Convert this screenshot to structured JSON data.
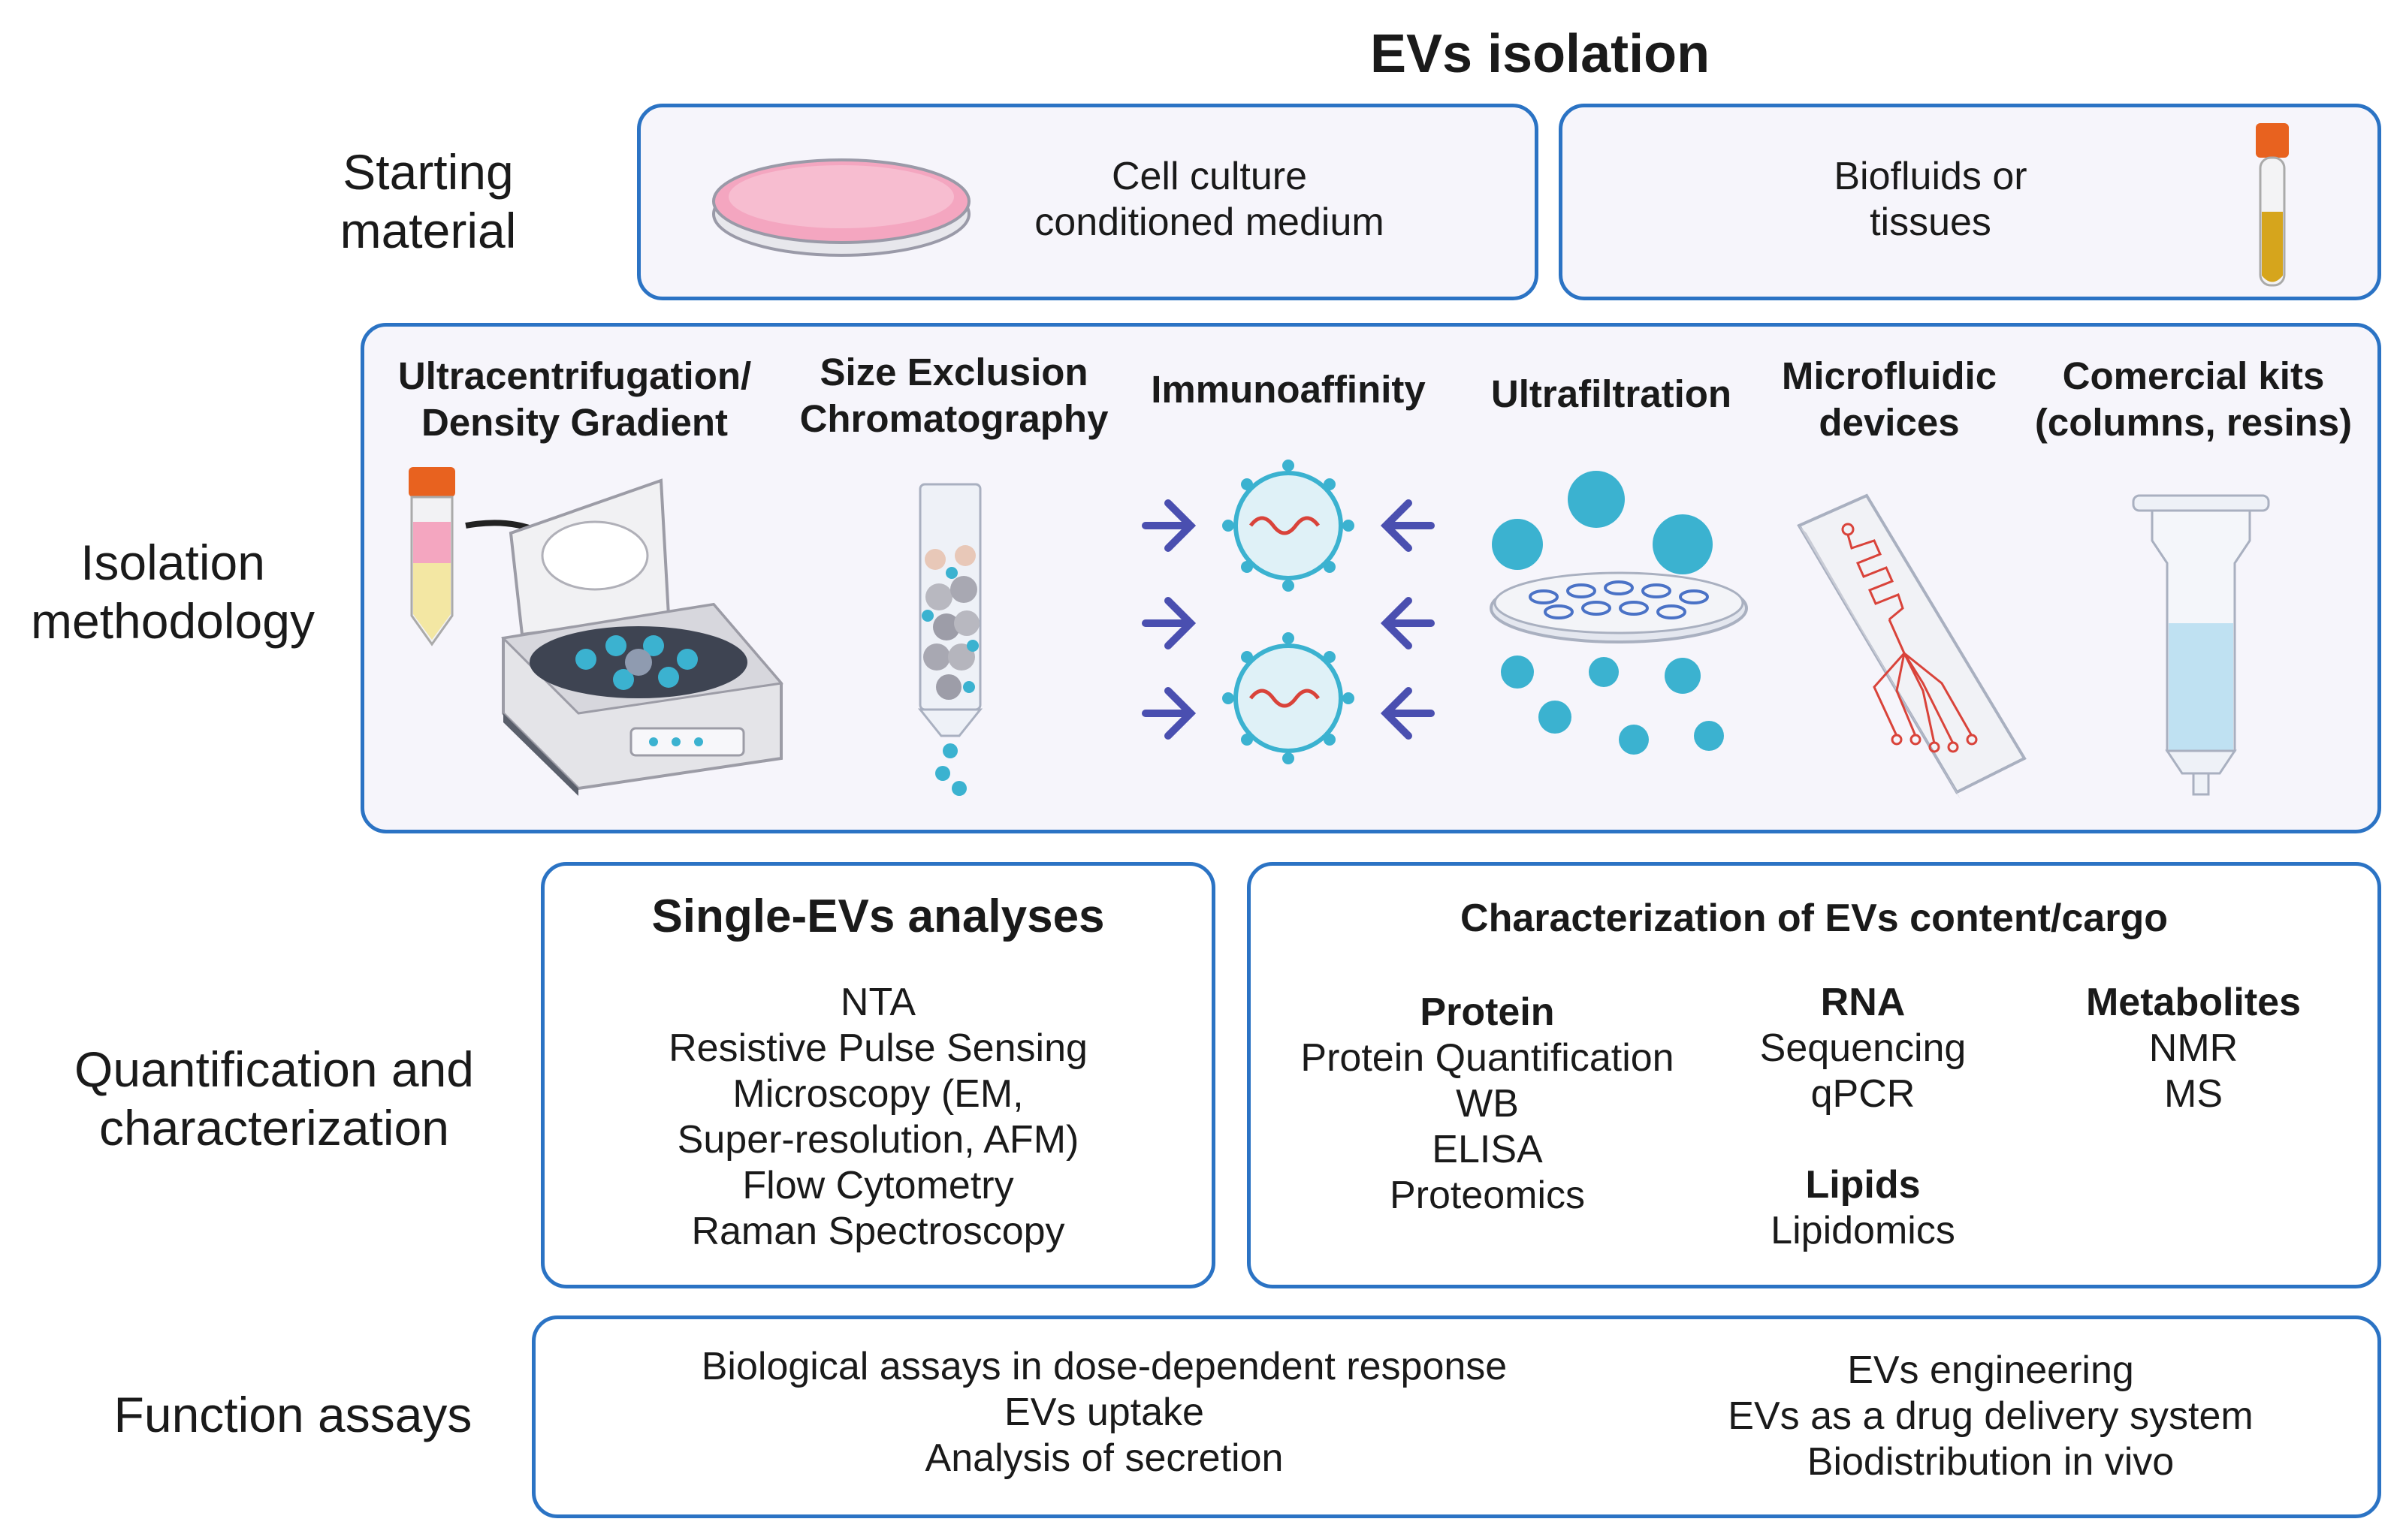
{
  "title": "EVs isolation",
  "rows": {
    "starting": [
      "Starting",
      "material"
    ],
    "isolation": [
      "Isolation",
      "methodology"
    ],
    "quant": [
      "Quantification and",
      "characterization"
    ],
    "function": "Function assays"
  },
  "starting_material": {
    "cell_culture": [
      "Cell culture",
      "conditioned medium"
    ],
    "biofluids": [
      "Biofluids or",
      "tissues"
    ]
  },
  "methods": [
    [
      "Ultracentrifugation/",
      "Density Gradient"
    ],
    [
      "Size Exclusion",
      "Chromatography"
    ],
    [
      "Immunoaffinity"
    ],
    [
      "Ultrafiltration"
    ],
    [
      "Microfluidic",
      "devices"
    ],
    [
      "Comercial kits",
      "(columns, resins)"
    ]
  ],
  "single_evs": {
    "title": "Single-EVs analyses",
    "items": [
      "NTA",
      "Resistive Pulse Sensing",
      "Microscopy (EM,",
      "Super-resolution, AFM)",
      "Flow Cytometry",
      "Raman Spectroscopy"
    ]
  },
  "cargo": {
    "title": "Characterization of EVs content/cargo",
    "protein": {
      "heading": "Protein",
      "items": [
        "Protein Quantification",
        "WB",
        "ELISA",
        "Proteomics"
      ]
    },
    "rna": {
      "heading": "RNA",
      "items": [
        "Sequencing",
        "qPCR"
      ]
    },
    "lipids": {
      "heading": "Lipids",
      "items": [
        "Lipidomics"
      ]
    },
    "metabolites": {
      "heading": "Metabolites",
      "items": [
        "NMR",
        "MS"
      ]
    }
  },
  "function_assays": {
    "left": [
      "Biological assays in dose-dependent response",
      "EVs uptake",
      "Analysis of secretion"
    ],
    "right": [
      "EVs engineering",
      "EVs as a drug delivery system",
      "Biodistribution in vivo"
    ]
  },
  "colors": {
    "border": "#2b73c4",
    "panel": "#f6f5fb",
    "ev_blue": "#3bb2d0",
    "rna_red": "#d9433a",
    "dish_pink": "#f4a6c0",
    "tube_cap": "#e8621f"
  },
  "icons": [
    "petri-dish-icon",
    "blood-tube-icon",
    "centrifuge-icon",
    "sec-column-icon",
    "immunoaffinity-icon",
    "ultrafiltration-icon",
    "microfluidic-chip-icon",
    "spin-column-icon"
  ]
}
